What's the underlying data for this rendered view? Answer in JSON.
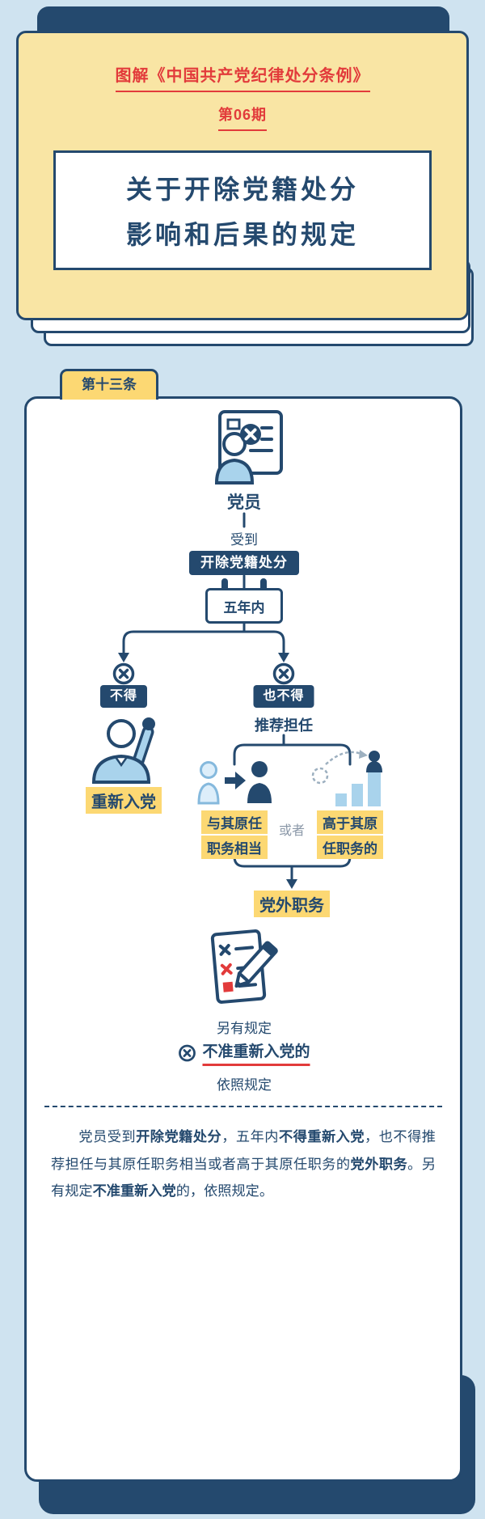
{
  "cover": {
    "series_title": "图解《中国共产党纪律处分条例》",
    "issue": "第06期",
    "title_line1": "关于开除党籍处分",
    "title_line2": "影响和后果的规定"
  },
  "article": {
    "tab_label": "第十三条"
  },
  "flow": {
    "subject": "党员",
    "receives": "受到",
    "punishment_badge": "开除党籍处分",
    "period_badge": "五年内",
    "left_badge": "不得",
    "right_badge": "也不得",
    "rejoin": "重新入党",
    "recommend": "推荐担任",
    "equivalent_line1": "与其原任",
    "equivalent_line2": "职务相当",
    "or_label": "或者",
    "higher_line1": "高于其原",
    "higher_line2": "任职务的",
    "outside_post": "党外职务",
    "other_rule": "另有规定",
    "no_rejoin": "不准重新入党的",
    "follow_rule": "依照规定"
  },
  "summary": {
    "segments": [
      {
        "text": "党员受到",
        "bold": false
      },
      {
        "text": "开除党籍处分",
        "bold": true
      },
      {
        "text": "，五年内",
        "bold": false
      },
      {
        "text": "不得重新入党",
        "bold": true
      },
      {
        "text": "，也不得推荐担任与其原任职务相当或者高于其原任职务的",
        "bold": false
      },
      {
        "text": "党外职务",
        "bold": true
      },
      {
        "text": "。另有规定",
        "bold": false
      },
      {
        "text": "不准重新入党",
        "bold": true
      },
      {
        "text": "的，依照规定。",
        "bold": false
      }
    ]
  },
  "icons": {
    "expelled_member_document": "document card with member portrait and x-mark badge",
    "five_year_calendar": "calendar tag with binder rings",
    "cross_circle": "circle with x mark",
    "raised_fist_member": "person raising fist",
    "equivalent_transfer": "outlined person, arrow, filled person",
    "higher_position": "rising bars with person on top and dashed promotion arc",
    "regulation_note": "tilted document with x marks and pencil"
  },
  "colors": {
    "navy": "#24496e",
    "red": "#e23b3b",
    "highlight_yellow": "#fcd873",
    "cover_yellow": "#f9e5a4",
    "light_blue": "#a9d3ec",
    "background": "#cfe3f0"
  }
}
